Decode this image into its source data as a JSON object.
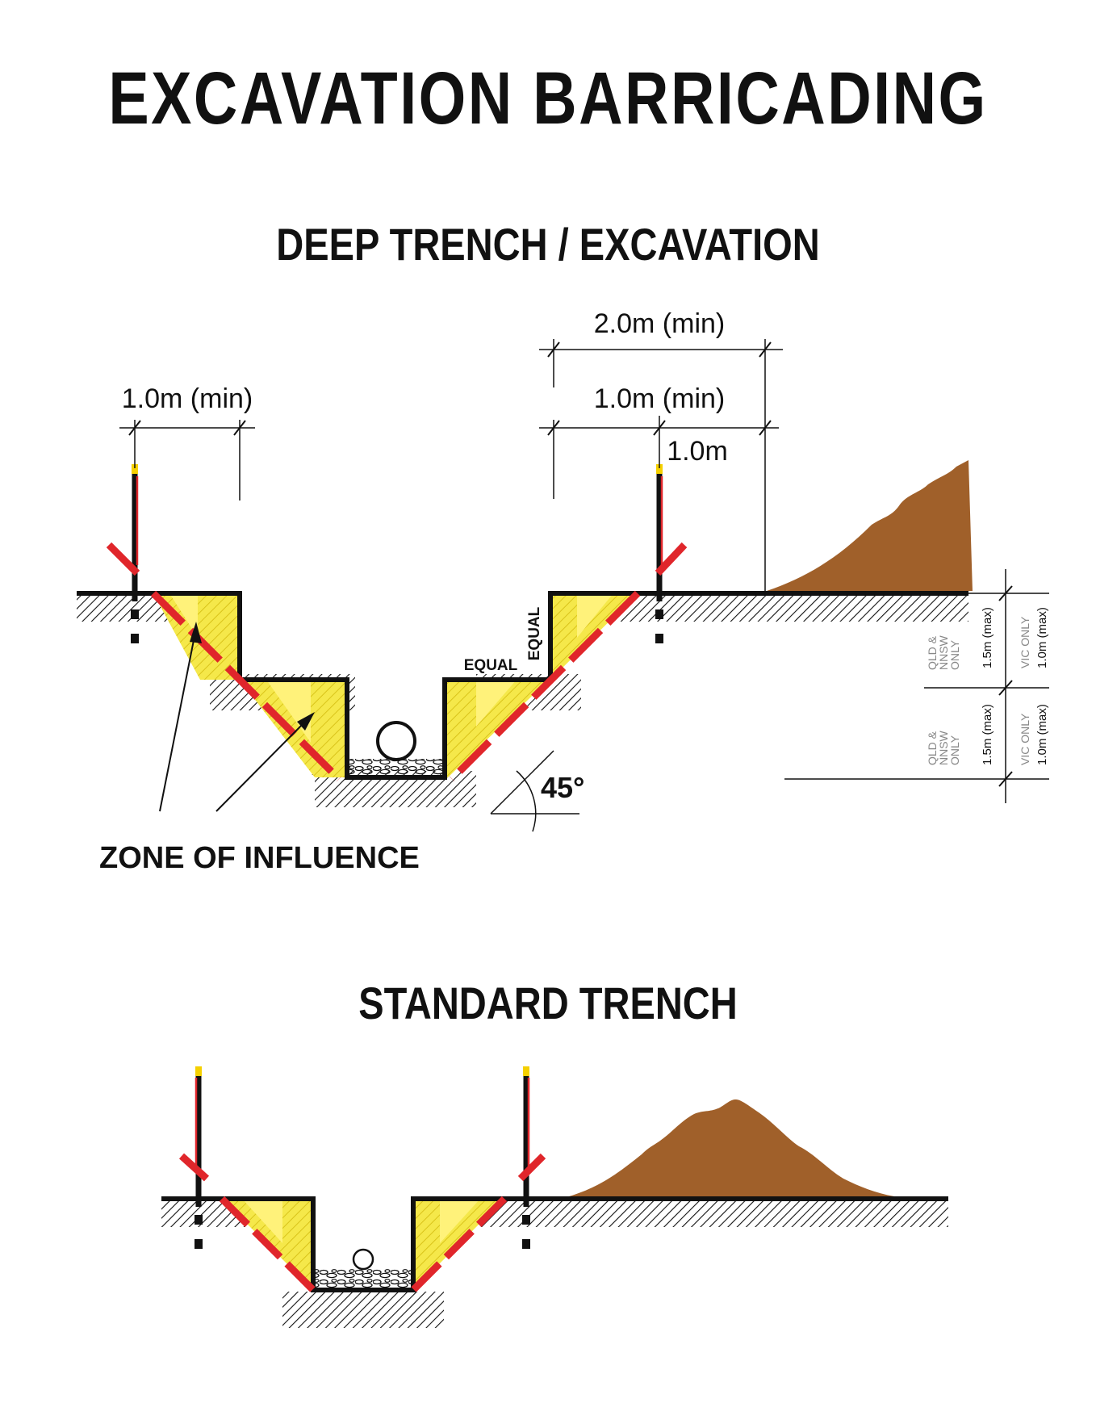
{
  "title": "EXCAVATION BARRICADING",
  "deep": {
    "title": "DEEP TRENCH / EXCAVATION",
    "dim_left": "1.0m (min)",
    "dim_top": "2.0m (min)",
    "dim_mid": "1.0m (min)",
    "dim_short": "1.0m",
    "equal_h": "EQUAL",
    "equal_v": "EQUAL",
    "angle": "45°",
    "zone_label": "ZONE OF INFLUENCE",
    "side_labels": {
      "qld_upper": [
        "QLD &",
        "NNSW",
        "ONLY"
      ],
      "max15_upper": "1.5m (max)",
      "vic_upper": "VIC ONLY",
      "max10_upper": "1.0m (max)",
      "qld_lower": [
        "QLD &",
        "NNSW",
        "ONLY"
      ],
      "max15_lower": "1.5m (max)",
      "vic_lower": "VIC ONLY",
      "max10_lower": "1.0m (max)"
    }
  },
  "standard": {
    "title": "STANDARD TRENCH"
  },
  "colors": {
    "barrier_red": "#e0262b",
    "zone_yellow": "#fff27a",
    "soil_brown": "#a0602a",
    "post_tip": "#f5d000",
    "ink": "#111111"
  }
}
